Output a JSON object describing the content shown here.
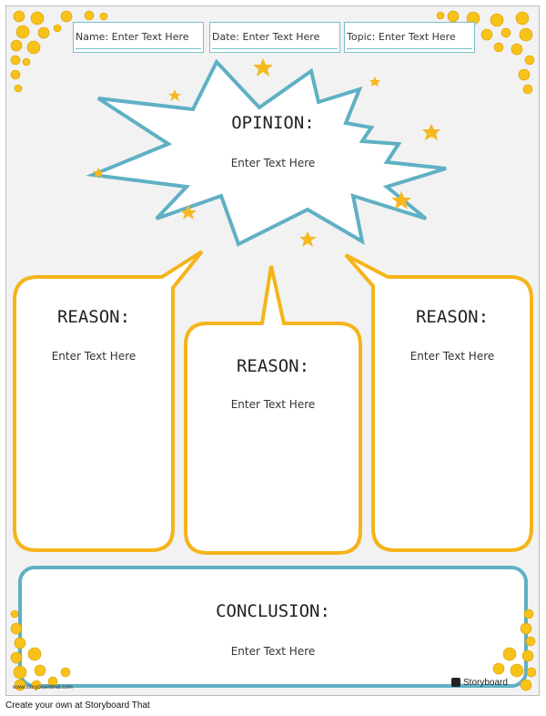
{
  "header": {
    "name_field": "Name: Enter Text Here",
    "date_field": "Date: Enter Text Here",
    "topic_field": "Topic: Enter Text Here"
  },
  "opinion": {
    "title": "OPINION:",
    "text": "Enter Text Here"
  },
  "reasons": [
    {
      "title": "REASON:",
      "text": "Enter Text Here"
    },
    {
      "title": "REASON:",
      "text": "Enter Text Here"
    },
    {
      "title": "REASON:",
      "text": "Enter Text Here"
    }
  ],
  "conclusion": {
    "title": "CONCLUSION:",
    "text": "Enter Text Here"
  },
  "branding": {
    "small_url": "www.storyboardthat.com",
    "logo_text": "Storyboard",
    "footer": "Create your own at Storyboard That"
  },
  "colors": {
    "bubble_orange": "#f5b41b",
    "teal": "#5fb0c4",
    "star": "#f5b820",
    "emoji": "#f7c21a"
  }
}
